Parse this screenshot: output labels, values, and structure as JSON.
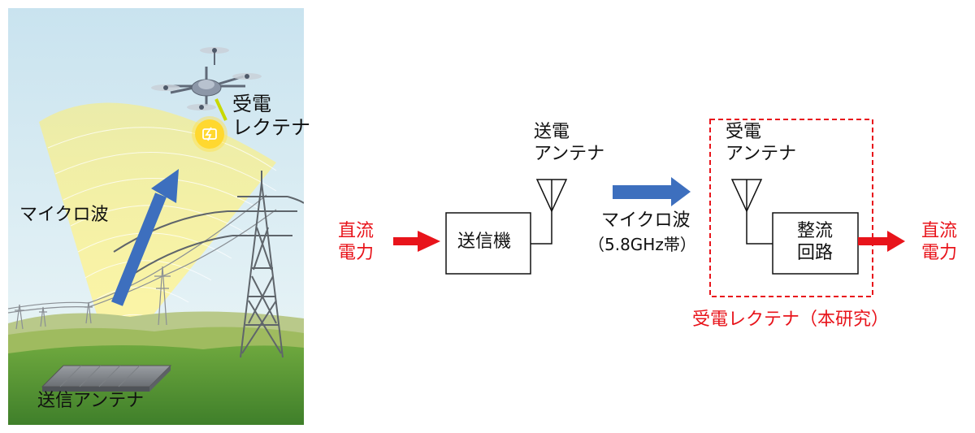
{
  "illustration": {
    "receive_label": "受電\nレクテナ",
    "microwave_label": "マイクロ波",
    "transmit_antenna_label": "送信アンテナ"
  },
  "block_diagram": {
    "dc_input": "直流\n電力",
    "transmitter": "送信機",
    "tx_antenna": "送電\nアンテナ",
    "microwave": "マイクロ波",
    "band": "（5.8GHz帯）",
    "rx_antenna": "受電\nアンテナ",
    "rectifier": "整流\n回路",
    "dc_output": "直流\n電力",
    "rectenna_caption": "受電レクテナ（本研究）"
  },
  "colors": {
    "emphasis_red": "#e8141b",
    "arrow_blue": "#3d6fbe",
    "sky": "#d7ebf3",
    "grass": "#5a9a3a"
  }
}
